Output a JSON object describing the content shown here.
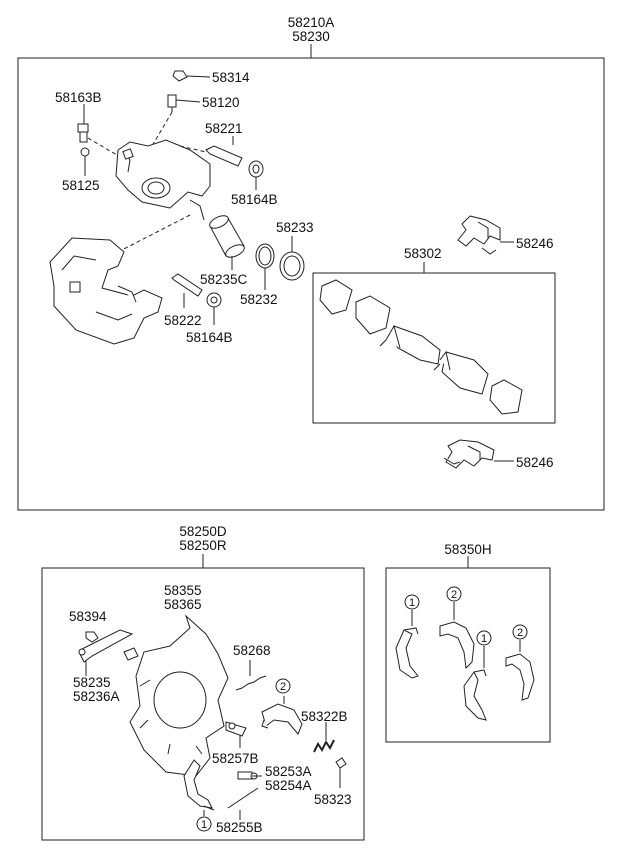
{
  "caliper_group": {
    "assembly_numbers": [
      "58210A",
      "58230"
    ],
    "parts": {
      "p58314": "58314",
      "p58163B": "58163B",
      "p58120": "58120",
      "p58221": "58221",
      "p58125": "58125",
      "p58164B_top": "58164B",
      "p58233": "58233",
      "p58302": "58302",
      "p58246_top": "58246",
      "p58235C": "58235C",
      "p58232": "58232",
      "p58222": "58222",
      "p58164B_bottom": "58164B",
      "p58246_bottom": "58246"
    }
  },
  "shoe_group": {
    "assembly_numbers": [
      "58250D",
      "58250R"
    ],
    "parts": {
      "p58355": "58355",
      "p58365": "58365",
      "p58394": "58394",
      "p58268": "58268",
      "p58235": "58235",
      "p58236A": "58236A",
      "p58322B": "58322B",
      "p58257B": "58257B",
      "p58253A": "58253A",
      "p58254A": "58254A",
      "p58323": "58323",
      "p58255B": "58255B"
    },
    "callouts": [
      "2",
      "1"
    ]
  },
  "shoe_set_group": {
    "assembly_number": "58350H",
    "callouts": [
      "1",
      "2",
      "1",
      "2"
    ]
  },
  "colors": {
    "line": "#222222",
    "background": "#ffffff"
  }
}
